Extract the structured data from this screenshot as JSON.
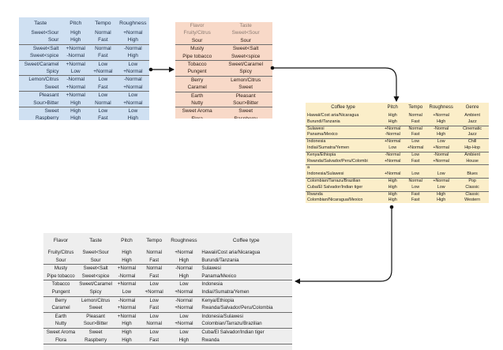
{
  "taste_table": {
    "headers": [
      "Taste",
      "Pitch",
      "Tempo",
      "Roughness"
    ],
    "rows": [
      [
        "Sweet<Sour",
        "High",
        "Normal",
        "+Normal"
      ],
      [
        "Sour",
        "High",
        "Fast",
        "High"
      ],
      [
        "Sweet<Salt",
        "+Normal",
        "Normal",
        "-Normal"
      ],
      [
        "Sweet<spice",
        "-Normal",
        "Fast",
        "High"
      ],
      [
        "Sweet/Caramel",
        "+Normal",
        "Low",
        "Low"
      ],
      [
        "Spicy",
        "Low",
        "+Normal",
        "+Normal"
      ],
      [
        "Lemon/Citrus",
        "-Normal",
        "Low",
        "-Normal"
      ],
      [
        "Sweet",
        "+Normal",
        "Fast",
        "+Normal"
      ],
      [
        "Pleasant",
        "+Normal",
        "Low",
        "Low"
      ],
      [
        "Sour>Bitter",
        "High",
        "Normal",
        "+Normal"
      ],
      [
        "Sweet",
        "High",
        "Low",
        "Low"
      ],
      [
        "Raspberry",
        "High",
        "Fast",
        "High"
      ]
    ]
  },
  "flavor_table": {
    "headers": [
      "Flavor",
      "Taste"
    ],
    "rows": [
      [
        "Fruity/Citrus",
        "Sweet<Sour"
      ],
      [
        "Sour",
        "Sour"
      ],
      [
        "Musty",
        "Sweet<Salt"
      ],
      [
        "Pipe tobacco",
        "Sweet<spice"
      ],
      [
        "Tobacco",
        "Sweet/Caramel"
      ],
      [
        "Pungent",
        "Spicy"
      ],
      [
        "Berry",
        "Lemon/Citrus"
      ],
      [
        "Caramel",
        "Sweet"
      ],
      [
        "Earth",
        "Pleasant"
      ],
      [
        "Nutty",
        "Sour>Bitter"
      ],
      [
        "Sweet Aroma",
        "Sweet"
      ],
      [
        "Flora",
        "Raspberry"
      ]
    ]
  },
  "coffee_table": {
    "headers": [
      "Coffee type",
      "Pitch",
      "Tempo",
      "Roughness",
      "Genre"
    ],
    "rows": [
      [
        "Hawaii/Cost aria/Nicaragua",
        "High",
        "Normal",
        "+Normal",
        "Ambient"
      ],
      [
        "Burundi/Tanzania",
        "High",
        "Fast",
        "High",
        "Jazz"
      ],
      [
        "Sulawesi",
        "+Normal",
        "Normal",
        "-Normal",
        "Cinematic"
      ],
      [
        "Panama/Mexico",
        "-Normal",
        "Fast",
        "High",
        "Jazz"
      ],
      [
        "Indonesia",
        "+Normal",
        "Low",
        "Low",
        "Chill"
      ],
      [
        "India//Sumatra/Yemen",
        "Low",
        "+Normal",
        "+Normal",
        "Hip-Hop"
      ],
      [
        "Kenya/Ethiopia",
        "-Normal",
        "Low",
        "-Normal",
        "Ambient"
      ],
      [
        "Rwanda/Salvador/Peru/Colombi",
        "+Normal",
        "Fast",
        "+Normal",
        "House"
      ],
      [
        "a",
        "",
        "",
        "",
        ""
      ],
      [
        "Indonesia/Sulawesi",
        "+Normal",
        "Low",
        "Low",
        "Blues"
      ],
      [
        "Colombian/Tarrazu/Brazilian",
        "High",
        "Normal",
        "+Normal",
        "Pop"
      ],
      [
        "Cuba/El Salvador/Indian tiger",
        "High",
        "Low",
        "Low",
        "Classic"
      ],
      [
        "Rwanda",
        "High",
        "Fast",
        "High",
        "Classic"
      ],
      [
        "Colombian/Nicaragua/Mexico",
        "High",
        "Fast",
        "High",
        "Western"
      ]
    ]
  },
  "joined_table": {
    "headers": [
      "Flavor",
      "Taste",
      "Pitch",
      "Tempo",
      "Roughness",
      "Coffee type"
    ],
    "rows": [
      [
        "Fruity/Citrus",
        "Sweet<Sour",
        "High",
        "Normal",
        "+Normal",
        "Hawaii/Cost aria/Nicaragua"
      ],
      [
        "Sour",
        "Sour",
        "High",
        "Fast",
        "High",
        "Burundi/Tanzania"
      ],
      [
        "Musty",
        "Sweet<Salt",
        "+Normal",
        "Normal",
        "-Normal",
        "Sulawesi"
      ],
      [
        "Pipe tobacco",
        "Sweet<spice",
        "-Normal",
        "Fast",
        "High",
        "Panama/Mexico"
      ],
      [
        "Tobacco",
        "Sweet/Caramel",
        "+Normal",
        "Low",
        "Low",
        "Indonesia"
      ],
      [
        "Pungent",
        "Spicy",
        "Low",
        "+Normal",
        "+Normal",
        "India//Sumatra/Yemen"
      ],
      [
        "Berry",
        "Lemon/Citrus",
        "-Normal",
        "Low",
        "-Normal",
        "Kenya/Ethiopia"
      ],
      [
        "Caramel",
        "Sweet",
        "+Normal",
        "Fast",
        "+Normal",
        "Rwanda/Salvador/Peru/Colombia"
      ],
      [
        "Earth",
        "Pleasant",
        "+Normal",
        "Low",
        "Low",
        "Indonesia/Sulawesi"
      ],
      [
        "Nutty",
        "Sour>Bitter",
        "High",
        "Normal",
        "+Normal",
        "Colombian/Tarrazu/Brazilian"
      ],
      [
        "Sweet Aroma",
        "Sweet",
        "High",
        "Low",
        "Low",
        "Cuba/El Salvador/Indian tiger"
      ],
      [
        "Flora",
        "Raspberry",
        "High",
        "Fast",
        "High",
        "Rwanda"
      ]
    ]
  }
}
